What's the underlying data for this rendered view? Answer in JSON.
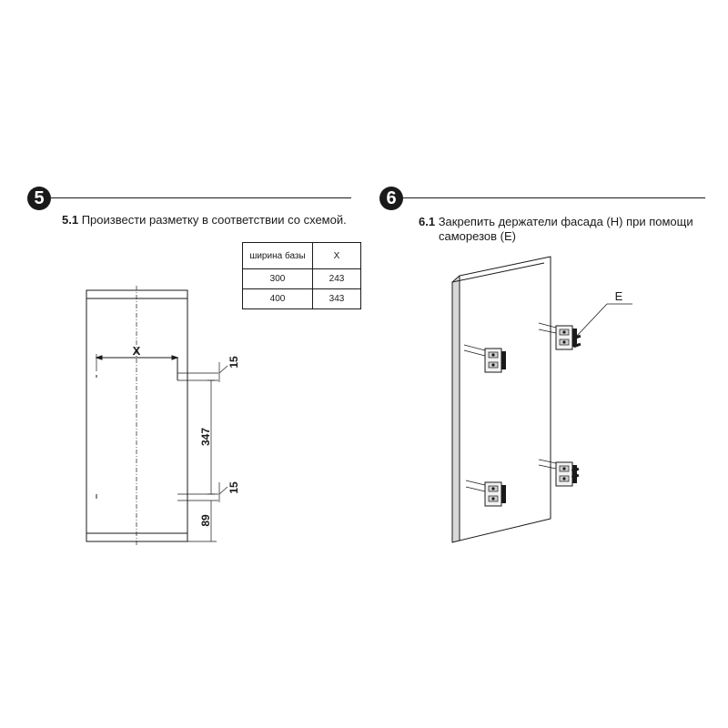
{
  "step5": {
    "number": "5",
    "substep": "5.1",
    "text": "Произвести разметку в соответствии со схемой."
  },
  "step6": {
    "number": "6",
    "substep": "6.1",
    "text_line1": "Закрепить держатели фасада (Н) при помощи",
    "text_line2": "саморезов (Е)"
  },
  "spec_table": {
    "header_col1": "ширина базы",
    "header_col2": "X",
    "rows": [
      {
        "width": "300",
        "x": "243"
      },
      {
        "width": "400",
        "x": "343"
      }
    ]
  },
  "dimensions": {
    "x_label": "X",
    "top_gap": "15",
    "spacing": "347",
    "bottom_gap": "15",
    "bottom_offset": "89"
  },
  "callouts": {
    "screw_label": "E"
  }
}
